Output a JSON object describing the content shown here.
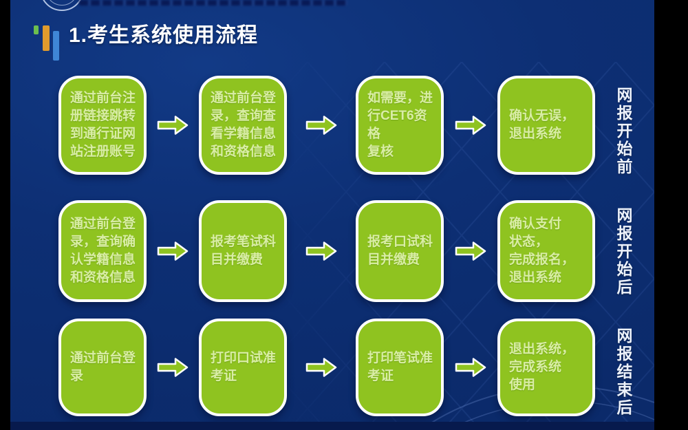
{
  "slide": {
    "title": "1.考生系统使用流程",
    "rows": [
      {
        "label": "网报开始前",
        "steps": [
          "通过前台注\n册链接跳转\n到通行证网\n站注册账号",
          "通过前台登\n录，查询查\n看学籍信息\n和资格信息",
          "如需要，进\n行CET6资格\n复核",
          "确认无误，\n退出系统"
        ]
      },
      {
        "label": "网报开始后",
        "steps": [
          "通过前台登\n录，查询确\n认学籍信息\n和资格信息",
          "报考笔试科\n目并缴费",
          "报考口试科\n目并缴费",
          "确认支付\n状态，\n完成报名，\n退出系统"
        ]
      },
      {
        "label": "网报结束后",
        "steps": [
          "通过前台登\n录",
          "打印口试准\n考证",
          "打印笔试准\n考证",
          "退出系统，\n完成系统\n使用"
        ]
      }
    ],
    "colors": {
      "background": "#0d2f74",
      "box_fill": "#8fc320",
      "box_text": "#d9eda6",
      "arrow_fill": "#8fc320",
      "arrow_outline": "#ffffff",
      "title_text": "#ffffff",
      "label_text": "#edf2fb",
      "tick_green": "#6cbf4e",
      "tick_orange": "#e09b2d",
      "tick_blue": "#3f86d6"
    }
  }
}
